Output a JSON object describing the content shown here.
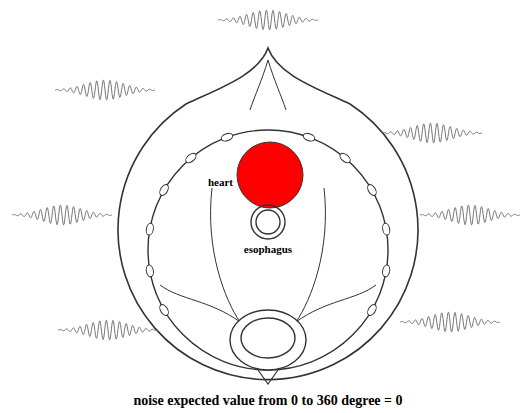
{
  "diagram": {
    "caption": "noise expected value from 0 to 360 degree = 0",
    "labels": [
      "heart",
      "esophagus"
    ]
  }
}
